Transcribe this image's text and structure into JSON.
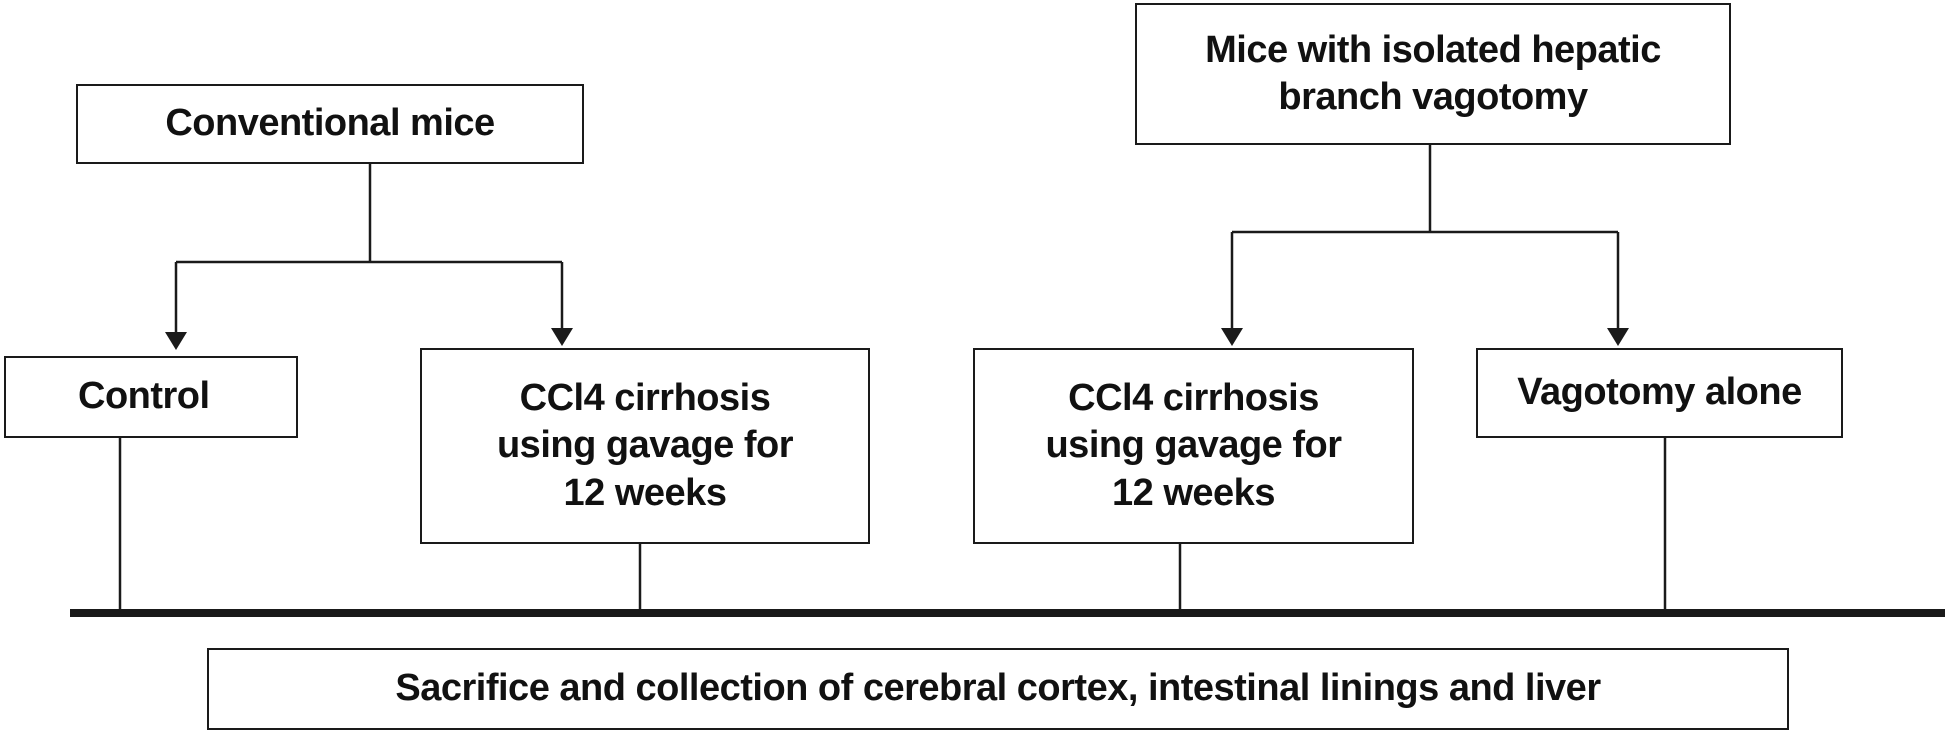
{
  "diagram": {
    "colors": {
      "line": "#1a1a1a",
      "box_border": "#1a1a1a",
      "text": "#111111",
      "background": "#ffffff"
    },
    "nodes": {
      "conventional_mice": "Conventional mice",
      "vagotomy_mice": "Mice with isolated hepatic\nbranch vagotomy",
      "control": "Control",
      "ccl4_conventional": "CCl4 cirrhosis\nusing gavage for\n12 weeks",
      "ccl4_vagotomy": "CCl4 cirrhosis\nusing gavage for\n12 weeks",
      "vagotomy_alone": "Vagotomy alone",
      "sacrifice": "Sacrifice and collection of cerebral cortex, intestinal linings and liver"
    }
  }
}
